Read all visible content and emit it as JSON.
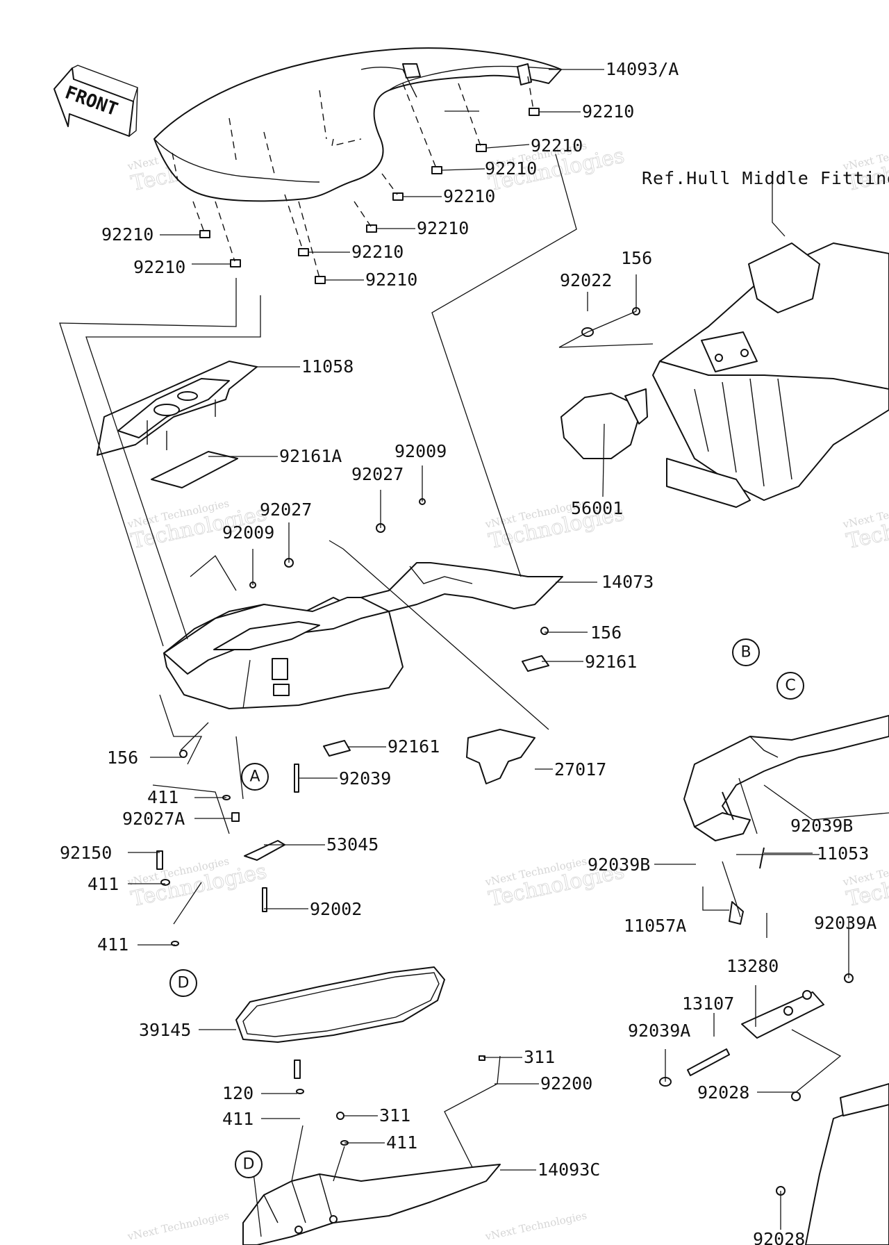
{
  "front_label": "FRONT",
  "reference_label": "Ref.Hull Middle Fitting",
  "callouts": {
    "A": "A",
    "B": "B",
    "C": "C",
    "D1": "D",
    "D2": "D"
  },
  "labels": {
    "p14093A": "14093/A",
    "p92210a": "92210",
    "p92210b": "92210",
    "p92210c": "92210",
    "p92210d": "92210",
    "p92210e": "92210",
    "p92210f": "92210",
    "p92210g": "92210",
    "p92210h": "92210",
    "p92210i": "92210",
    "p11058": "11058",
    "p92161A": "92161A",
    "p92009a": "92009",
    "p92027a": "92027",
    "p92027b": "92027",
    "p92009b": "92009",
    "p14073": "14073",
    "p156a": "156",
    "p156b": "156",
    "p156c": "156",
    "p92022": "92022",
    "p56001": "56001",
    "p92161a": "92161",
    "p92161b": "92161",
    "p92039": "92039",
    "p27017": "27017",
    "p411a": "411",
    "p411b": "411",
    "p411c": "411",
    "p411d": "411",
    "p411e": "411",
    "p92027A": "92027A",
    "p92150": "92150",
    "p53045": "53045",
    "p92002": "92002",
    "p39145": "39145",
    "p311a": "311",
    "p311b": "311",
    "p92200": "92200",
    "p120": "120",
    "p14093C": "14093C",
    "p92039Ba": "92039B",
    "p92039Bb": "92039B",
    "p11053": "11053",
    "p11057A": "11057A",
    "p92039Aa": "92039A",
    "p92039Ab": "92039A",
    "p13280": "13280",
    "p13107": "13107",
    "p92028a": "92028",
    "p92028b": "92028"
  },
  "watermark": {
    "line1": "vNext Technologies",
    "line2": "Technologies"
  }
}
